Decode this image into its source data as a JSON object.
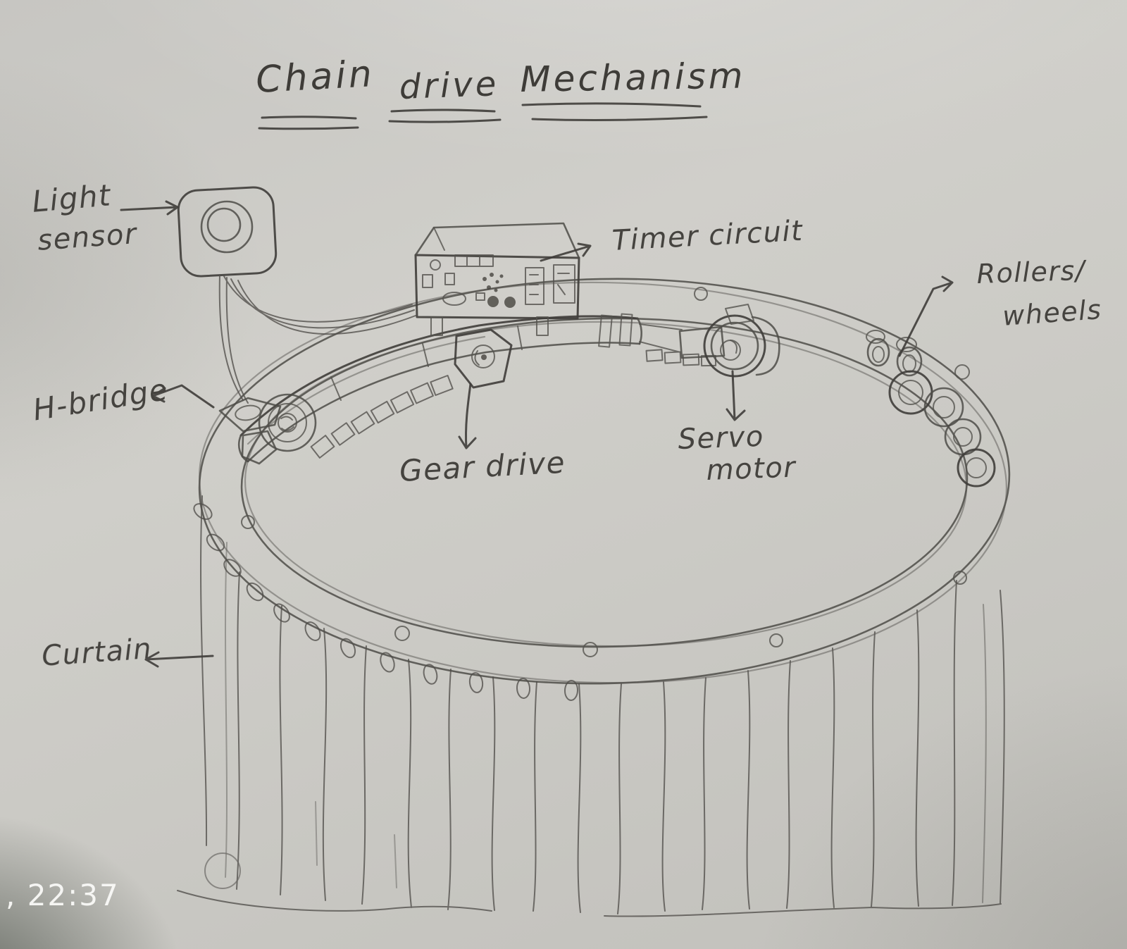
{
  "colors": {
    "paper": "#cbcac5",
    "pencil": "#4e4c48",
    "timestamp_text": "#fbfbf9"
  },
  "photo_overlay": {
    "timestamp": ", 22:37"
  },
  "diagram": {
    "title": "Chain drive Mechanism",
    "title_words": [
      "Chain",
      "drive",
      "Mechanism"
    ],
    "labels": {
      "light_sensor": {
        "lines": [
          "Light",
          "sensor"
        ]
      },
      "timer_circuit": {
        "lines": [
          "Timer circuit"
        ]
      },
      "rollers_wheels": {
        "lines": [
          "Rollers/",
          "wheels"
        ]
      },
      "h_bridge": {
        "lines": [
          "H-bridge"
        ]
      },
      "gear_drive": {
        "lines": [
          "Gear drive"
        ]
      },
      "servo_motor": {
        "lines": [
          "Servo",
          "motor"
        ]
      },
      "curtain": {
        "lines": [
          "Curtain"
        ]
      }
    }
  }
}
